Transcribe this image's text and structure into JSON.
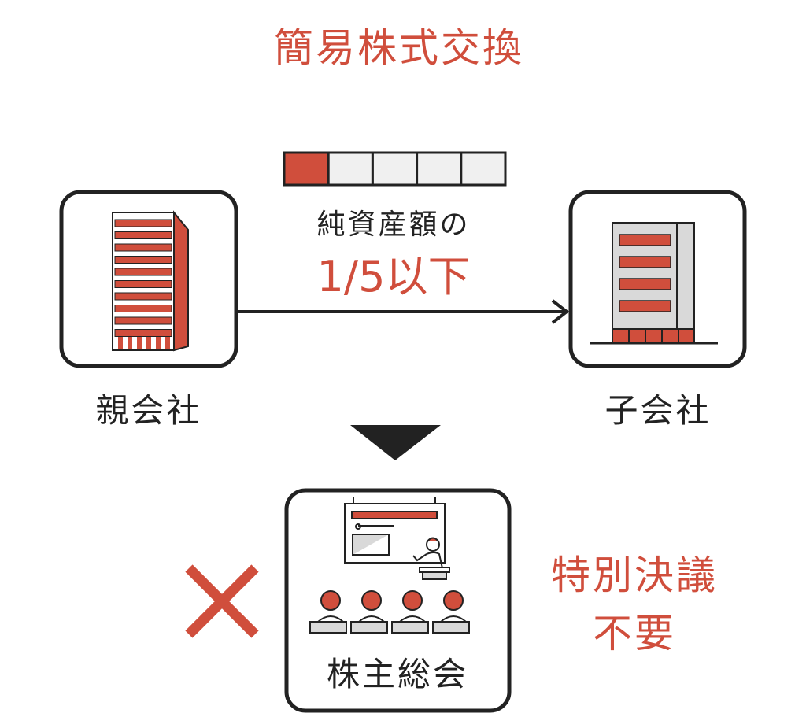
{
  "title": "簡易株式交換",
  "ratio": {
    "label": "純資産額の",
    "value": "1/5以下",
    "filled_segments": 1,
    "total_segments": 5
  },
  "parent_company": "親会社",
  "subsidiary": "子会社",
  "meeting": "株主総会",
  "result": {
    "line1": "特別決議",
    "line2": "不要"
  },
  "colors": {
    "accent": "#d04e3c",
    "ink": "#222222",
    "gray": "#d9d9d9"
  }
}
